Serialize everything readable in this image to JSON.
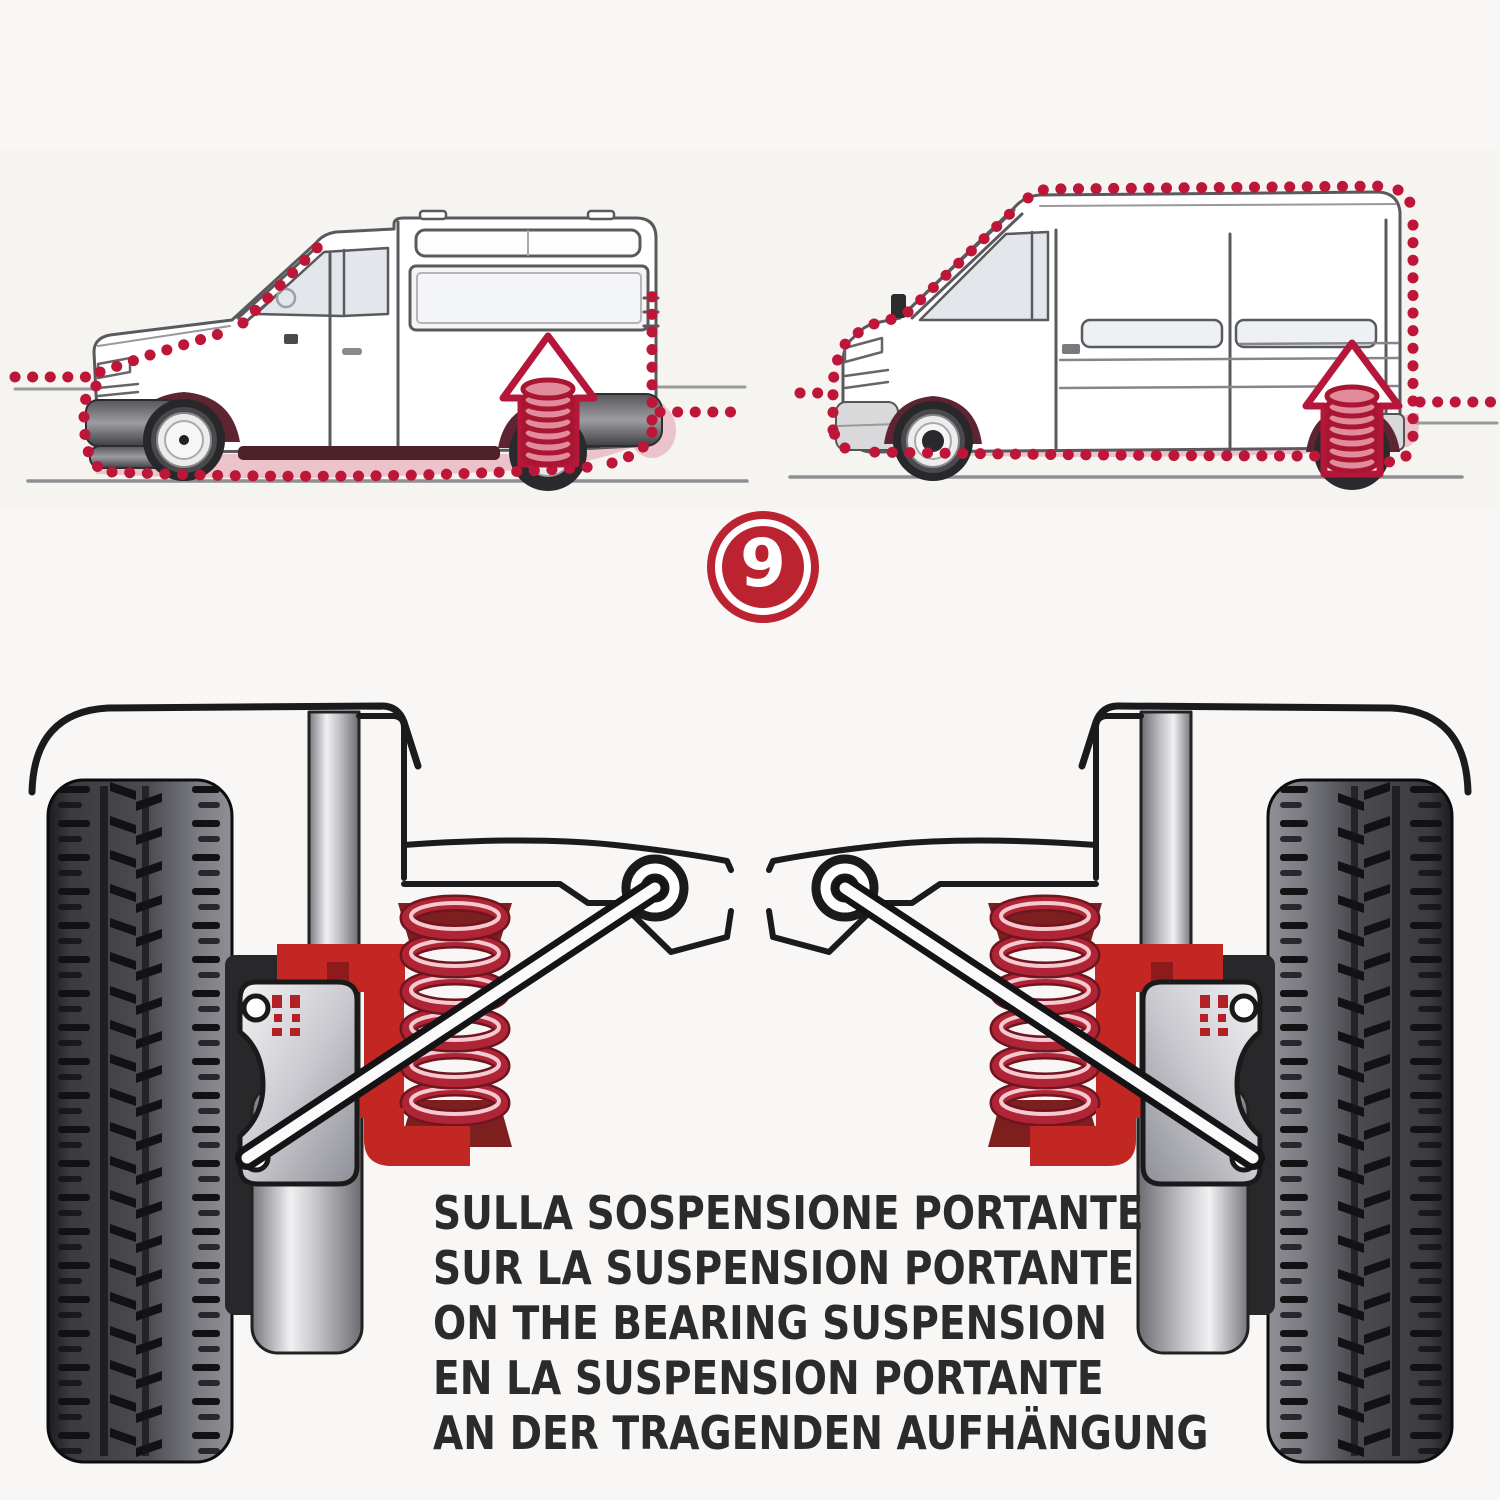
{
  "badge": {
    "number": "9"
  },
  "caption": {
    "lines": [
      "SULLA SOSPENSIONE PORTANTE",
      "SUR LA SUSPENSION PORTANTE",
      "ON THE BEARING SUSPENSION",
      "EN LA SUSPENSION PORTANTE",
      "AN DER TRAGENDEN AUFHÄNGUNG"
    ]
  },
  "icons": {
    "lift_arrow": "up-arrow-with-coil-spring-icon",
    "badge": "circled-number-badge",
    "dotted_outline": "lowered-body-dotted-outline"
  },
  "colors": {
    "accent_red": "#bd1638",
    "clamp_red": "#c22723",
    "seat_maroon": "#7e1f1f",
    "arch_maroon": "#5c2531",
    "shadow_pink": "#ecc3ca",
    "badge_red": "#bb2330",
    "text": "#2b2b2b"
  }
}
